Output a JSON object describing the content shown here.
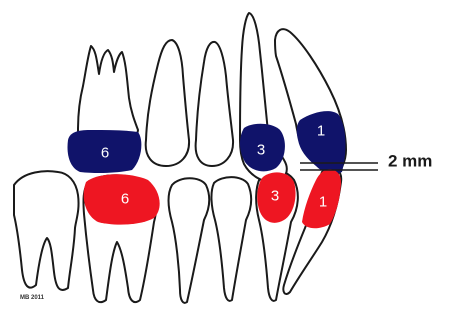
{
  "colors": {
    "upper_contact": "#10136a",
    "lower_contact": "#ee1622",
    "outline": "#1a1a1a",
    "label_text": "#ffffff"
  },
  "labels": {
    "upper_molar": "6",
    "upper_canine": "3",
    "upper_incisor": "1",
    "lower_molar": "6",
    "lower_canine": "3",
    "lower_incisor": "1"
  },
  "gap_label": "2 mm",
  "signature": "MB 2011"
}
